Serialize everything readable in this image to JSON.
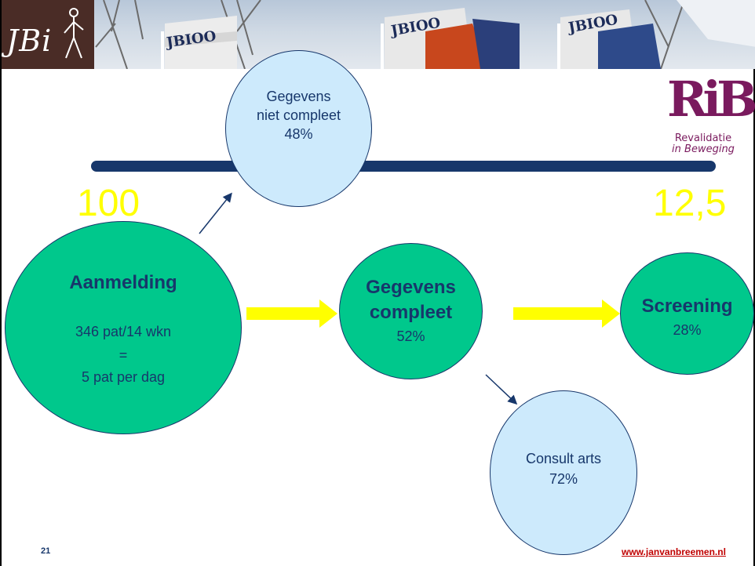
{
  "banner": {
    "logo_text": "JBi",
    "flag_text": "JBIOO"
  },
  "partner_logo": {
    "mark": "RiB",
    "line1": "Revalidatie",
    "line2": "in Beweging"
  },
  "labels": {
    "start_value": "100",
    "end_value": "12,5"
  },
  "nodes": {
    "aanmelding": {
      "title": "Aanmelding",
      "line1": "346 pat/14 wkn",
      "line2": "=",
      "line3": "5 pat per dag"
    },
    "niet_compleet": {
      "line1": "Gegevens",
      "line2": "niet compleet",
      "line3": "48%"
    },
    "compleet": {
      "line1": "Gegevens",
      "line2": "compleet",
      "pct": "52%"
    },
    "screening": {
      "title": "Screening",
      "pct": "28%"
    },
    "consult": {
      "line1": "Consult arts",
      "pct": "72%"
    }
  },
  "footer": {
    "slide_number": "21",
    "url": "www.janvanbreemen.nl"
  },
  "colors": {
    "green_node": "#00c88c",
    "light_node": "#cdeafc",
    "navy": "#17376b",
    "yellow": "#ffff00",
    "brand_purple": "#7a1a5e",
    "link_red": "#c00000"
  }
}
